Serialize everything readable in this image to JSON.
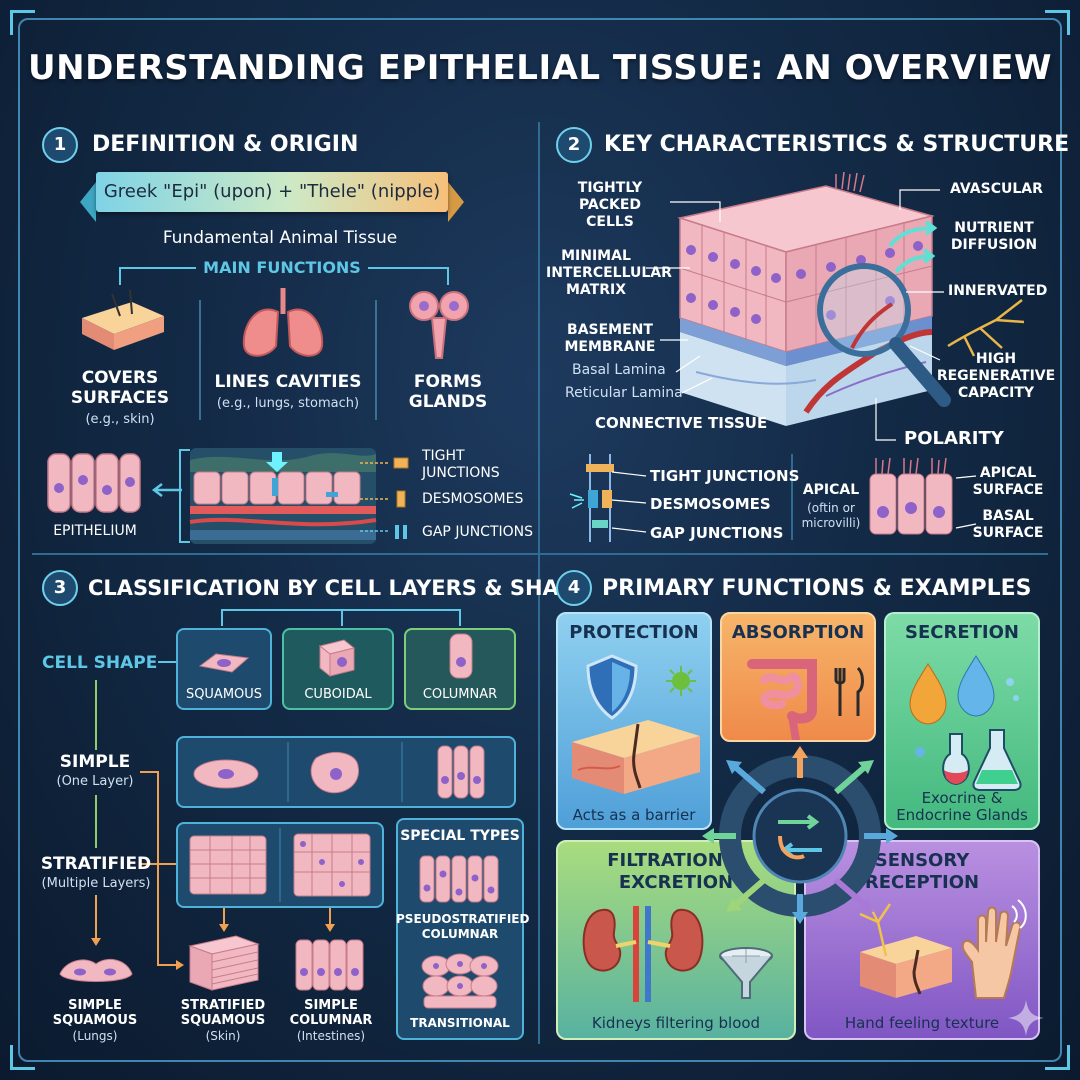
{
  "title": "UNDERSTANDING EPITHELIAL TISSUE: AN OVERVIEW",
  "colors": {
    "background": "#132a46",
    "accent": "#5fc7e6",
    "protection": "#5aa9dc",
    "absorption": "#f4a35c",
    "secretion": "#6fd39a",
    "filtration": "#9fd57a",
    "sensory": "#a879d6",
    "cell_pink": "#f2b8c2",
    "nucleus": "#8e62c8"
  },
  "section1": {
    "number": "1",
    "title": "DEFINITION & ORIGIN",
    "ribbon": "Greek \"Epi\" (upon) + \"Thele\" (nipple)",
    "subtitle": "Fundamental Animal Tissue",
    "main_functions_label": "MAIN FUNCTIONS",
    "functions": [
      {
        "label": "COVERS\nSURFACES",
        "note": "(e.g., skin)",
        "icon": "skin-icon"
      },
      {
        "label": "LINES CAVITIES",
        "note": "(e.g., lungs, stomach)",
        "icon": "lungs-icon"
      },
      {
        "label": "FORMS\nGLANDS",
        "note": "",
        "icon": "gland-icon"
      }
    ],
    "epithelium_label": "EPITHELIUM",
    "junctions": [
      "TIGHT\nJUNCTIONS",
      "DESMOSOMES",
      "GAP JUNCTIONS"
    ]
  },
  "section2": {
    "number": "2",
    "title": "KEY CHARACTERISTICS & STRUCTURE",
    "left_labels": [
      "TIGHTLY\nPACKED CELLS",
      "MINIMAL\nINTERCELLULAR\nMATRIX",
      "BASEMENT\nMEMBRANE"
    ],
    "lamina": [
      "Basal Lamina",
      "Reticular Lamina"
    ],
    "connective": "CONNECTIVE TISSUE",
    "right_labels": [
      "AVASCULAR",
      "NUTRIENT\nDIFFUSION",
      "INNERVATED",
      "HIGH\nREGENERATIVE\nCAPACITY"
    ],
    "polarity": "POLARITY",
    "junctions": [
      "TIGHT JUNCTIONS",
      "DESMOSOMES",
      "GAP JUNCTIONS"
    ],
    "apical": "APICAL",
    "apical_note": "(oftin or\nmicrovilli)",
    "apical_surface": "APICAL\nSURFACE",
    "basal_surface": "BASAL\nSURFACE"
  },
  "section3": {
    "number": "3",
    "title": "CLASSIFICATION BY CELL LAYERS & SHAPE",
    "cell_shape_label": "CELL SHAPE",
    "shapes": [
      "SQUAMOUS",
      "CUBOIDAL",
      "COLUMNAR"
    ],
    "simple": "SIMPLE",
    "simple_note": "(One Layer)",
    "stratified": "STRATIFIED",
    "stratified_note": "(Multiple Layers)",
    "special_types": "SPECIAL TYPES",
    "special": [
      "PSEUDOSTRATIFIED\nCOLUMNAR",
      "TRANSITIONAL"
    ],
    "examples": [
      {
        "label": "SIMPLE\nSQUAMOUS",
        "note": "(Lungs)"
      },
      {
        "label": "STRATIFIED\nSQUAMOUS",
        "note": "(Skin)"
      },
      {
        "label": "SIMPLE\nCOLUMNAR",
        "note": "(Intestines)"
      }
    ]
  },
  "section4": {
    "number": "4",
    "title": "PRIMARY FUNCTIONS & EXAMPLES",
    "cards": [
      {
        "title": "PROTECTION",
        "caption": "Acts as a barrier"
      },
      {
        "title": "ABSORPTION",
        "caption": ""
      },
      {
        "title": "SECRETION",
        "caption": "Exocrine &\nEndocrine Glands"
      },
      {
        "title": "FILTRATION &\nEXCRETION",
        "caption": "Kidneys filtering blood"
      },
      {
        "title": "SENSORY\nRECEPTION",
        "caption": "Hand feeling texture"
      }
    ]
  }
}
